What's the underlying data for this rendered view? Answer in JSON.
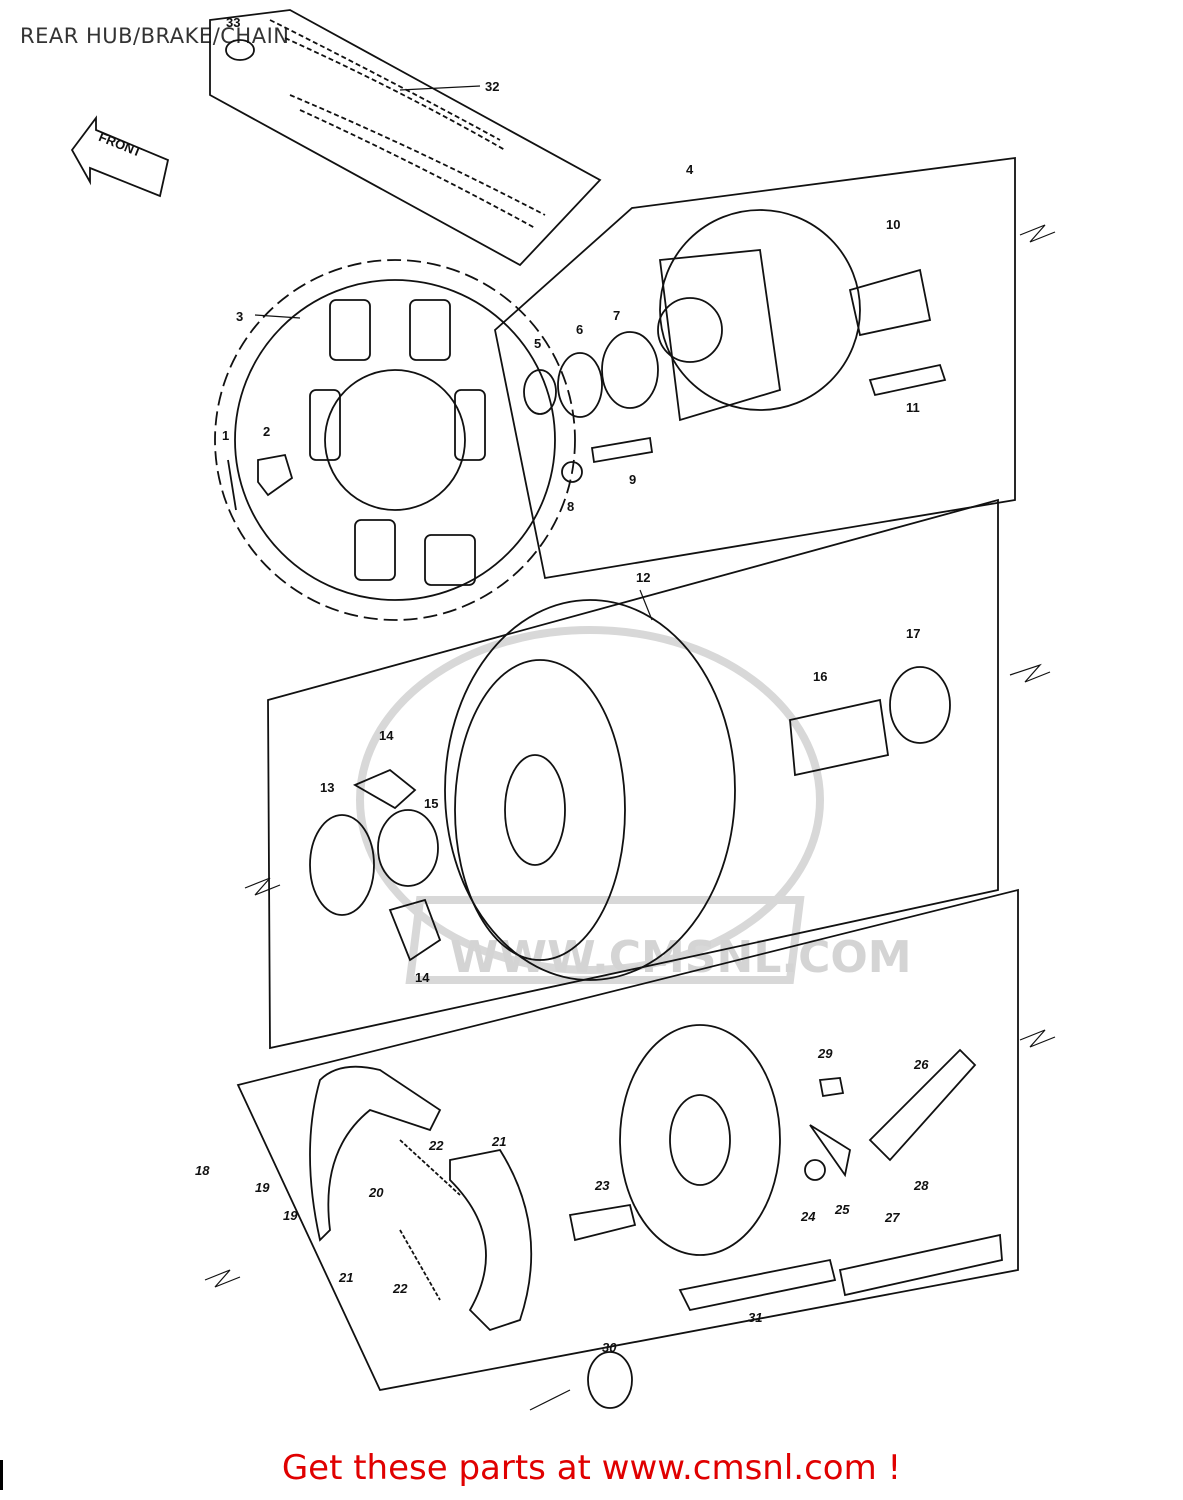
{
  "page_title": "REAR HUB/BRAKE/CHAIN",
  "footer_text": "Get these parts at www.cmsnl.com !",
  "front_arrow_label": "FRONT",
  "watermark_text": "WWW.CMSNL.COM",
  "callouts": {
    "c1": "1",
    "c2": "2",
    "c3": "3",
    "c4": "4",
    "c5": "5",
    "c6": "6",
    "c7": "7",
    "c8": "8",
    "c9": "9",
    "c10": "10",
    "c11": "11",
    "c12": "12",
    "c13": "13",
    "c14a": "14",
    "c14b": "14",
    "c15": "15",
    "c16": "16",
    "c17": "17",
    "c18": "18",
    "c19a": "19",
    "c19b": "19",
    "c20": "20",
    "c21a": "21",
    "c21b": "21",
    "c22a": "22",
    "c22b": "22",
    "c23": "23",
    "c24": "24",
    "c25": "25",
    "c26": "26",
    "c27": "27",
    "c28": "28",
    "c29": "29",
    "c30": "30",
    "c31": "31",
    "c32": "32",
    "c33": "33"
  },
  "colors": {
    "line": "#111111",
    "footer": "#e00000",
    "watermark": "#d8d8d8"
  }
}
